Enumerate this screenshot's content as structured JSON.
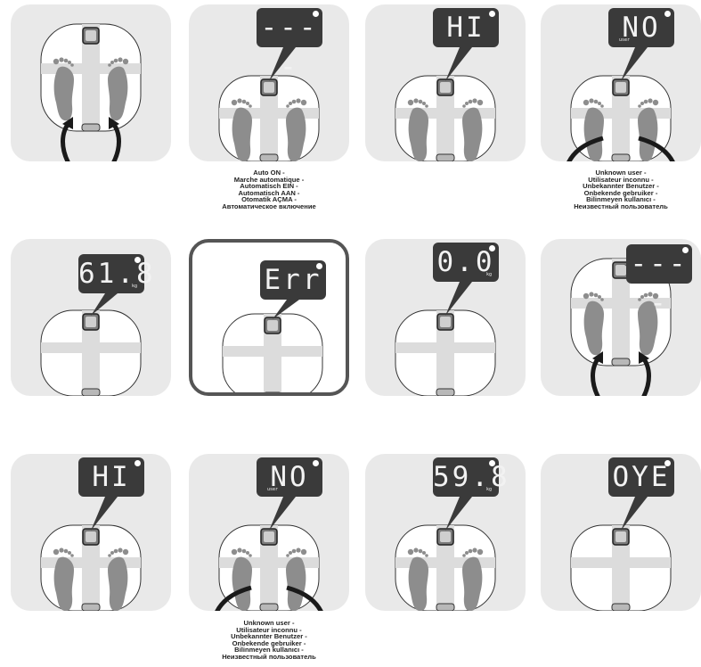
{
  "colors": {
    "panel_bg": "#e9e9e9",
    "lcd_bg": "#3a3a3a",
    "foot": "#8d8d8d",
    "arrow": "#1a1a1a"
  },
  "panels": [
    {
      "display": "",
      "sub": ""
    },
    {
      "display": "----",
      "sub": ""
    },
    {
      "display": "HI",
      "sub": ""
    },
    {
      "display": "NO",
      "sub": "user"
    },
    {
      "display": "61.8",
      "sub": "kg"
    },
    {
      "display": "Err",
      "sub": ""
    },
    {
      "display": "0.0",
      "sub": "kg"
    },
    {
      "display": "----",
      "sub": ""
    },
    {
      "display": "HI",
      "sub": ""
    },
    {
      "display": "NO",
      "sub": "user"
    },
    {
      "display": "59.8",
      "sub": "kg"
    },
    {
      "display": "OYE",
      "sub": ""
    }
  ],
  "captions": {
    "auto_on": [
      "Auto ON -",
      "Marche automatique -",
      "Automatisch EIN -",
      "Automatisch AAN -",
      "Otomatik AÇMA -",
      "Автоматическое включение"
    ],
    "unknown_user": [
      "Unknown user -",
      "Utilisateur inconnu -",
      "Unbekannter Benutzer -",
      "Onbekende gebruiker -",
      "Bilinmeyen kullanıcı -",
      "Неизвестный пользователь"
    ]
  },
  "icons": {
    "bluetooth": "bluetooth-icon",
    "foot": "foot-icon",
    "arrow": "curved-arrow-icon"
  }
}
